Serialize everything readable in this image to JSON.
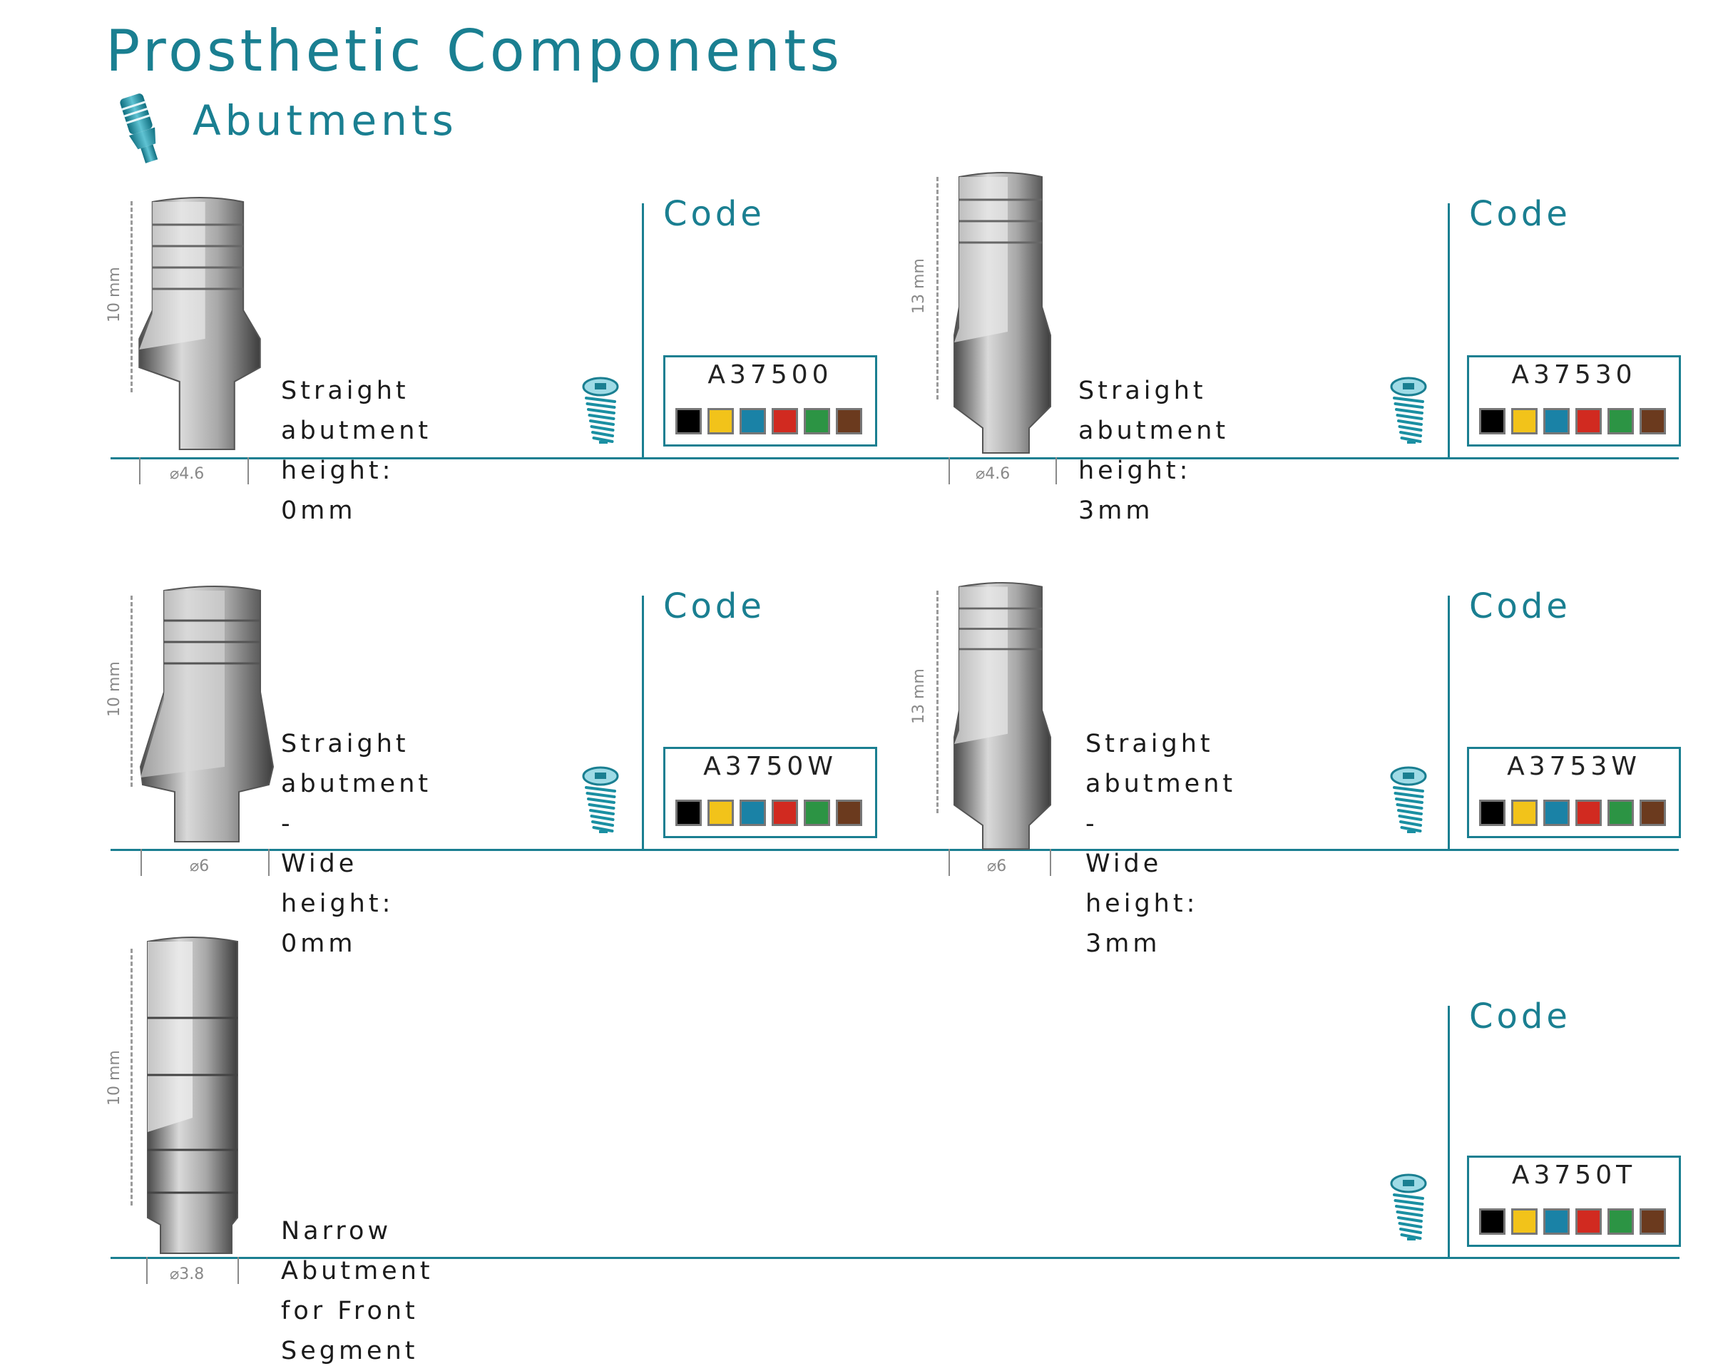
{
  "header": {
    "title": "Prosthetic Components",
    "subtitle": "Abutments",
    "section_icon": "abutment-icon"
  },
  "colors": {
    "accent": "#1a7f91",
    "swatches": [
      "#000000",
      "#f2c31a",
      "#1a82a6",
      "#d12a20",
      "#2c9444",
      "#6b3a1e"
    ]
  },
  "products": [
    {
      "code_label": "Code",
      "code": "A37500",
      "name": "Straight abutment",
      "height": "height: 0mm",
      "dim_height": "10 mm",
      "dim_diameter": "⌀4.6"
    },
    {
      "code_label": "Code",
      "code": "A37530",
      "name": "Straight abutment",
      "height": "height: 3mm",
      "dim_height": "13 mm",
      "dim_diameter": "⌀4.6"
    },
    {
      "code_label": "Code",
      "code": "A3750W",
      "name": "Straight abutment -",
      "name2": "Wide",
      "height": "height: 0mm",
      "dim_height": "10 mm",
      "dim_diameter": "⌀6"
    },
    {
      "code_label": "Code",
      "code": "A3753W",
      "name": "Straight abutment -",
      "name2": "Wide",
      "height": "height: 3mm",
      "dim_height": "13 mm",
      "dim_diameter": "⌀6"
    },
    {
      "code_label": "Code",
      "code": "A3750T",
      "name": "Narrow Abutment for Front Segment",
      "dim_height": "10 mm",
      "dim_diameter": "⌀3.8"
    }
  ]
}
